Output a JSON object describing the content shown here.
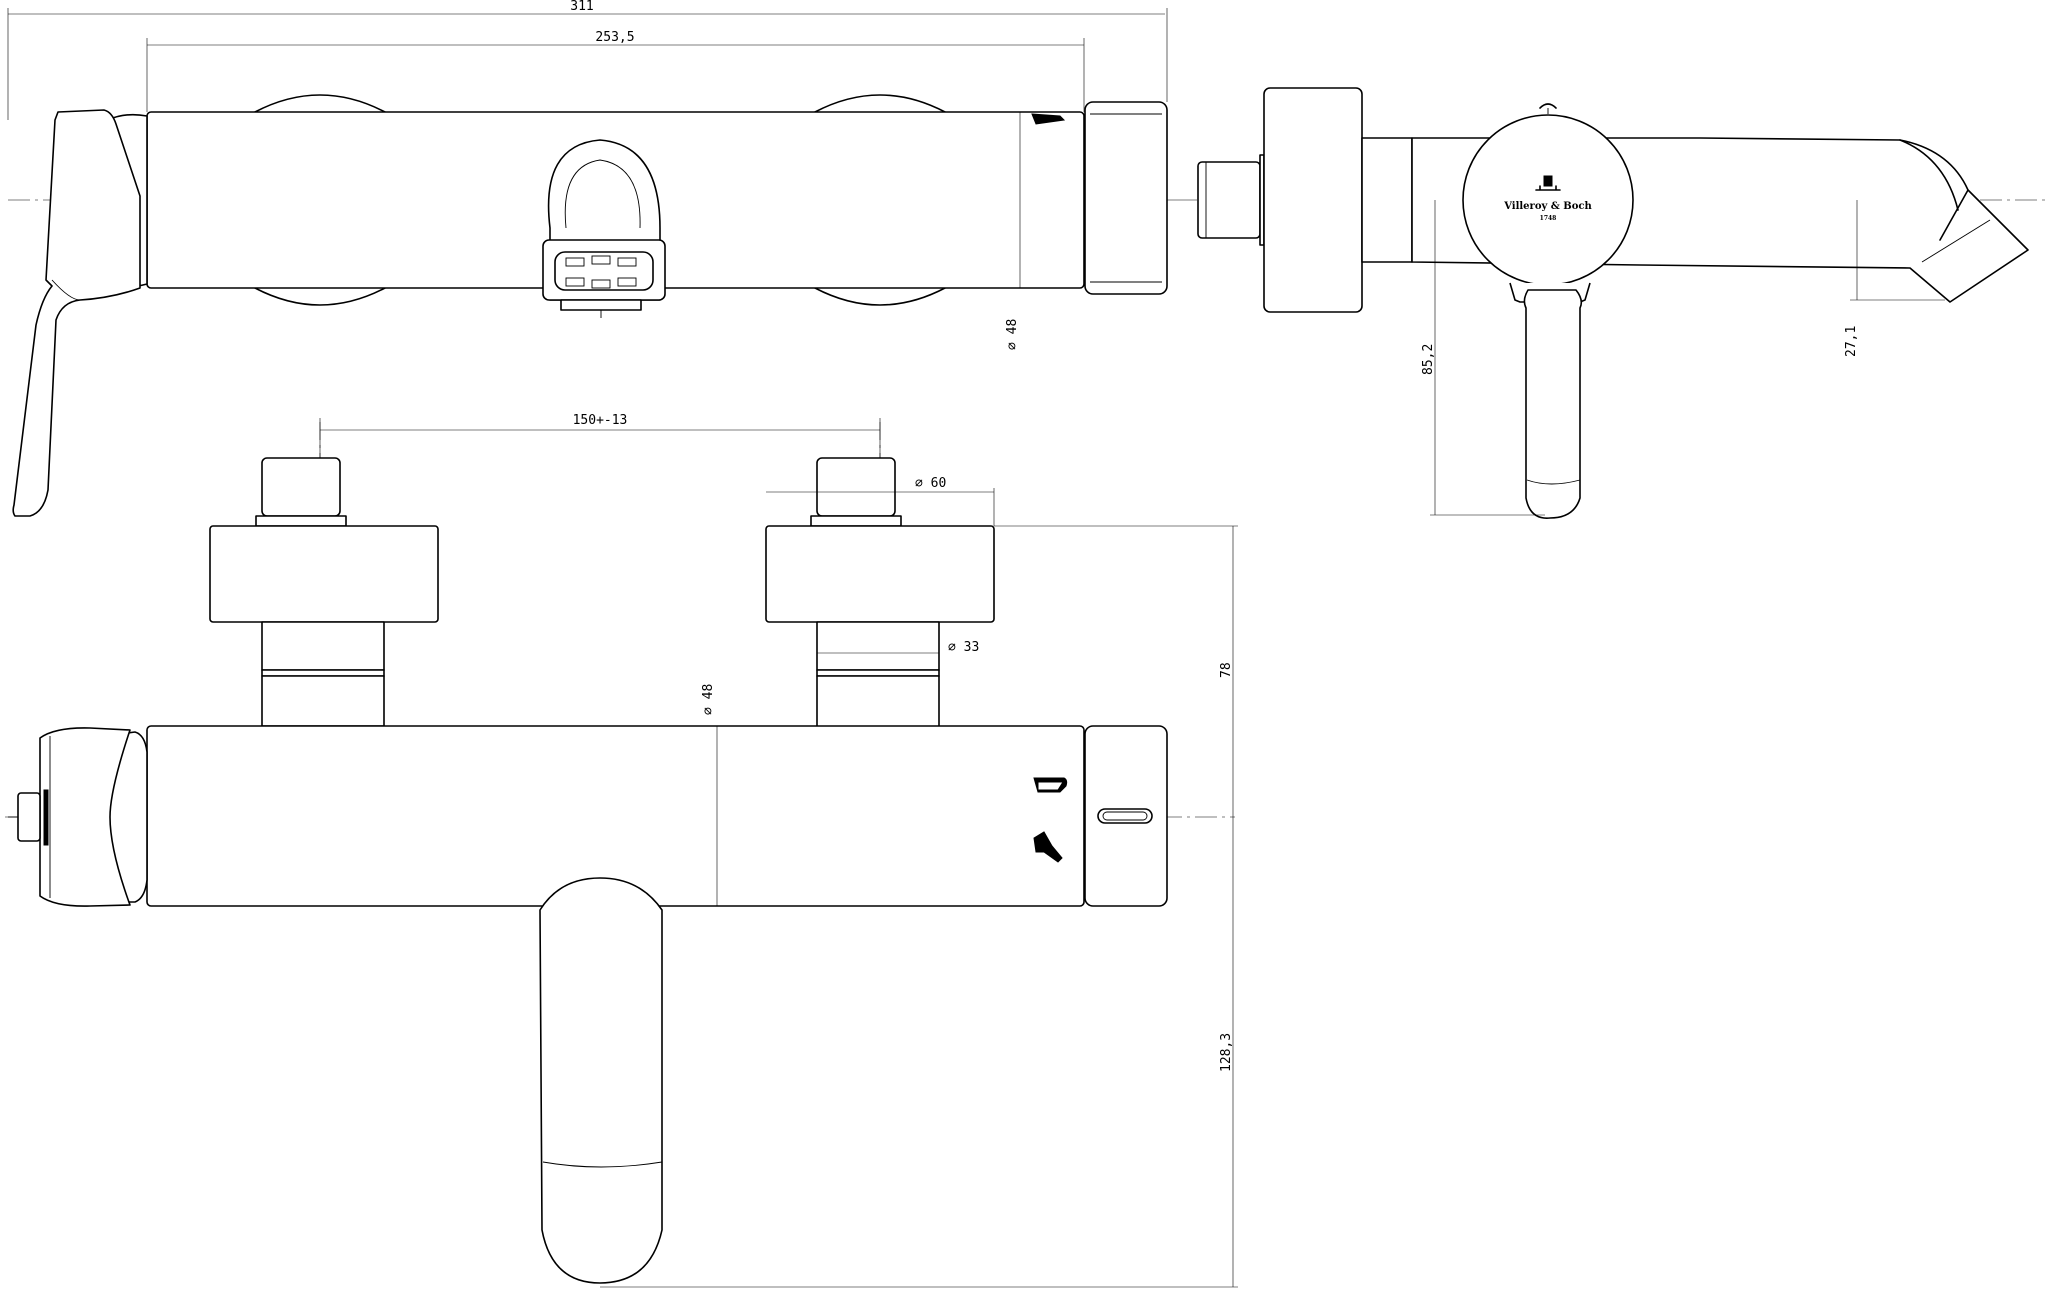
{
  "dimensions": {
    "overall_length": "311",
    "body_length": "253,5",
    "centers": "150+-13",
    "flange_diameter": "∅ 60",
    "connector_diameter": "∅ 33",
    "body_diameter_top": "∅ 48",
    "body_diameter_front": "∅ 48",
    "inlet_height": "78",
    "lever_length": "128,3",
    "lever_height": "85,2",
    "spout_height": "27,1"
  },
  "logo": {
    "brand": "Villeroy & Boch",
    "year": "1748"
  }
}
